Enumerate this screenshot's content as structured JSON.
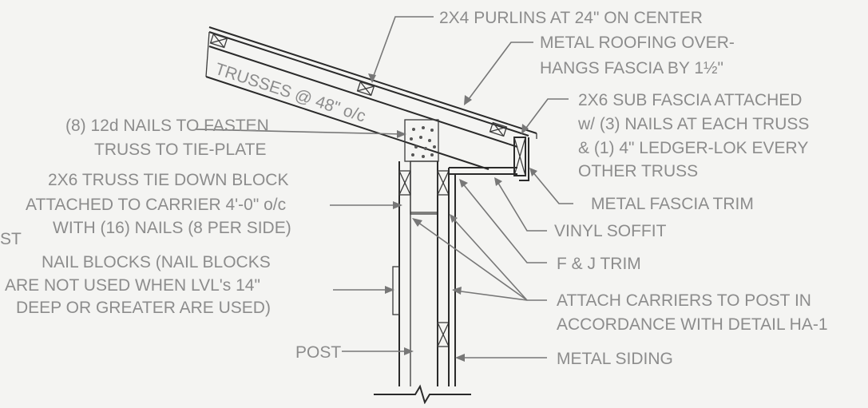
{
  "labels": {
    "purlins": "2X4 PURLINS AT 24\" ON CENTER",
    "roofing_1": "METAL ROOFING OVER-",
    "roofing_2": "HANGS FASCIA BY 1½\"",
    "sub_fascia_1": "2X6 SUB FASCIA ATTACHED",
    "sub_fascia_2": "w/ (3) NAILS AT EACH TRUSS",
    "sub_fascia_3": "& (1) 4\" LEDGER-LOK EVERY",
    "sub_fascia_4": "OTHER TRUSS",
    "trusses": "TRUSSES @ 48\" o/c",
    "nails_1": "(8) 12d NAILS TO FASTEN",
    "nails_2": "TRUSS TO TIE-PLATE",
    "tie_block_1": "2X6 TRUSS TIE DOWN BLOCK",
    "tie_block_2": "ATTACHED TO CARRIER 4'-0\" o/c",
    "tie_block_3": "WITH (16) NAILS (8 PER SIDE)",
    "cut_off": "ST",
    "nail_blocks_1": "NAIL BLOCKS (NAIL BLOCKS",
    "nail_blocks_2": "ARE NOT USED WHEN LVL's 14\"",
    "nail_blocks_3": "DEEP OR GREATER ARE USED)",
    "fascia_trim": "METAL FASCIA TRIM",
    "soffit": "VINYL SOFFIT",
    "fj_trim": "F & J TRIM",
    "carriers_1": "ATTACH CARRIERS TO POST IN",
    "carriers_2": "ACCORDANCE WITH DETAIL HA-1",
    "post": "POST",
    "siding": "METAL SIDING"
  },
  "colors": {
    "line": "#2a2a2a",
    "text": "#8c8c8c",
    "leader": "#777777",
    "background": "#f4f4f2"
  }
}
